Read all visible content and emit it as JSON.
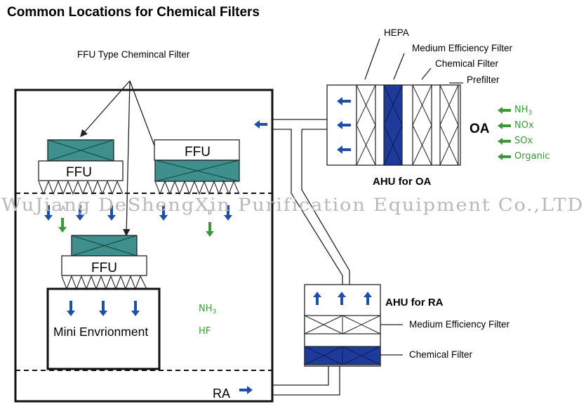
{
  "title": "Common Locations for Chemical Filters",
  "ffu_type_label": "FFU Type Chemincal Filter",
  "ffu_label": "FFU",
  "mini_env_label": "Mini Envrionment",
  "ra_label": "RA",
  "oa_label": "OA",
  "ahu_oa_label": "AHU for OA",
  "ahu_ra_label": "AHU for RA",
  "ahu_oa_filters": {
    "hepa": "HEPA",
    "medium": "Medium Efficiency Filter",
    "chemical": "Chemical Filter",
    "prefilter": "Prefilter"
  },
  "ahu_ra_filters": {
    "medium": "Medium Efficiency Filter",
    "chemical": "Chemical Filter"
  },
  "oa_gases": {
    "nh3_base": "NH",
    "nh3_sub": "3",
    "nox": "NOx",
    "sox": "SOx",
    "organic": "Organic"
  },
  "mini_env_gases": {
    "nh3_base": "NH",
    "nh3_sub": "3",
    "hf": "HF"
  },
  "marker_a": "A",
  "marker_b": "B",
  "watermark": "WuJiang DeShengXin Purification Equipment Co.,LTD",
  "colors": {
    "filter_teal": "#3f8f8f",
    "chemical_blue": "#1e3a9a",
    "arrow_blue": "#1f4fa8",
    "arrow_green": "#3a9a3a"
  }
}
